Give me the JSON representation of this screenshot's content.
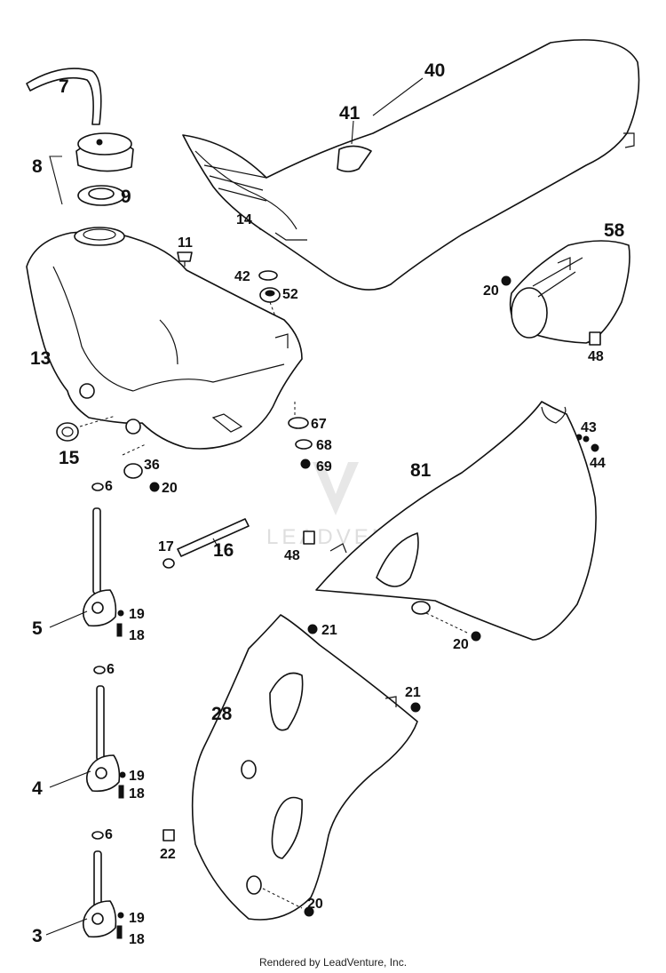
{
  "diagram": {
    "parts": {
      "p3": "3",
      "p4": "4",
      "p5": "5",
      "p6a": "6",
      "p6b": "6",
      "p6c": "6",
      "p7": "7",
      "p8": "8",
      "p9": "9",
      "p11": "11",
      "p13": "13",
      "p14": "14",
      "p15": "15",
      "p16": "16",
      "p17": "17",
      "p18a": "18",
      "p18b": "18",
      "p18c": "18",
      "p19a": "19",
      "p19b": "19",
      "p19c": "19",
      "p20a": "20",
      "p20b": "20",
      "p20c": "20",
      "p20d": "20",
      "p21a": "21",
      "p21b": "21",
      "p22": "22",
      "p28": "28",
      "p36": "36",
      "p40": "40",
      "p41": "41",
      "p42": "42",
      "p43": "43",
      "p44": "44",
      "p48a": "48",
      "p48b": "48",
      "p52": "52",
      "p58": "58",
      "p67": "67",
      "p68": "68",
      "p69": "69",
      "p81": "81"
    },
    "watermark": "LEADVENTURE"
  },
  "footer": {
    "text": "Rendered by LeadVenture, Inc."
  }
}
